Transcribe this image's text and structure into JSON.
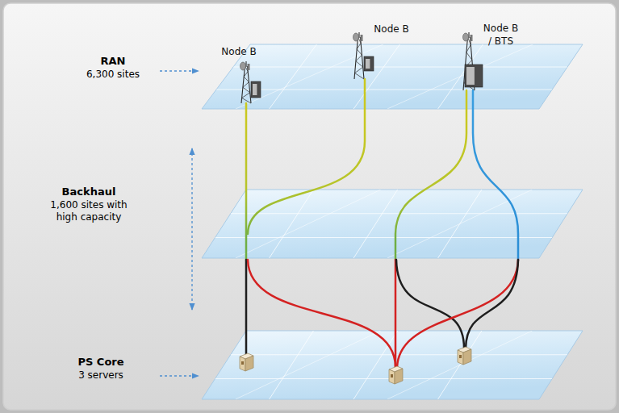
{
  "diagram": {
    "nodes": [
      {
        "text": [
          "RAN",
          "6,300 sites"
        ]
      },
      {
        "text": [
          "Node B"
        ],
        "in": 0
      },
      {
        "text": [
          "Node B"
        ],
        "in": 0
      },
      {
        "text": [
          "Node B / BTS"
        ],
        "in": 0
      },
      {
        "text": [
          "Backhaul",
          "1,600 sites with high capacity"
        ]
      },
      {
        "text": [
          "PS Core",
          "3 servers"
        ]
      }
    ]
  }
}
